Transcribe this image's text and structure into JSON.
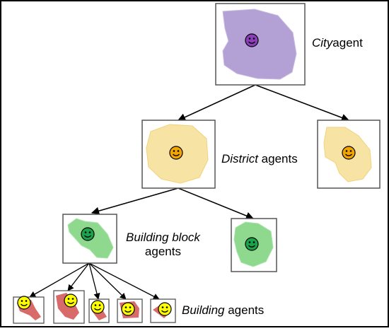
{
  "labels": {
    "city": {
      "italic": "City",
      "rest": "agent"
    },
    "district": {
      "italic": "District",
      "rest": " agents"
    },
    "block": {
      "italic": "Building block",
      "line2": "agents"
    },
    "building": {
      "italic": "Building",
      "rest": " agents"
    }
  },
  "colors": {
    "border": "#000000",
    "box_border": "#555555",
    "city_fill": "#b3a0d4",
    "city_face": "#8a3fb8",
    "district_fill": "#f7e3a4",
    "district_face": "#f0a500",
    "block_fill": "#8fd98f",
    "block_face": "#1aa34a",
    "building_fill": "#d86a6a",
    "building_face": "#ffff00"
  },
  "icons": [
    "smiley-icon",
    "arrow-icon"
  ]
}
